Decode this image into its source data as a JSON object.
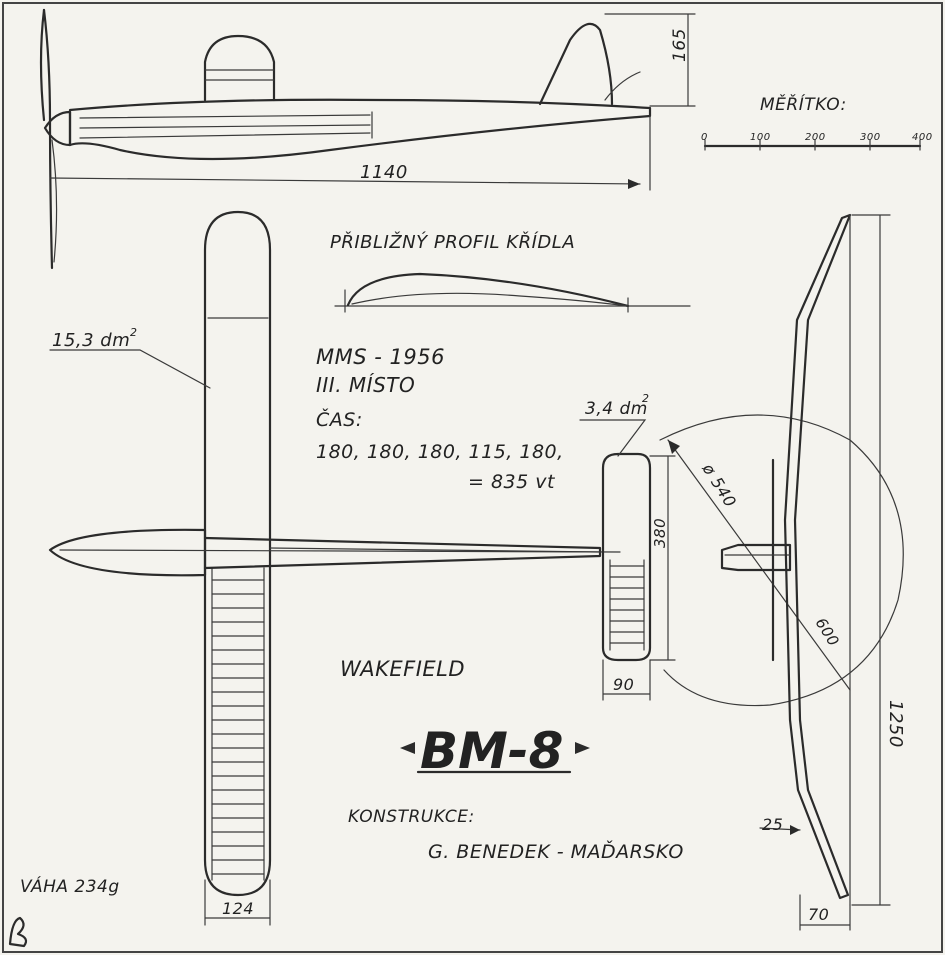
{
  "scale": {
    "label": "MĚŘÍTKO:",
    "ticks": [
      "0",
      "100",
      "200",
      "300",
      "400"
    ]
  },
  "side_view": {
    "length": "1140",
    "fin_height": "165"
  },
  "profile": {
    "label": "PŘIBLIŽNÝ PROFIL KŘÍDLA"
  },
  "wing": {
    "area": "15,3 dm",
    "area_sup": "2",
    "chord": "124"
  },
  "stabilizer": {
    "area": "3,4 dm",
    "area_sup": "2",
    "span": "380",
    "chord": "90"
  },
  "contest": {
    "event": "MMS - 1956",
    "place": "III. MÍSTO",
    "time_label": "ČAS:",
    "times": "180, 180, 180, 115, 180,",
    "total": "= 835 vt"
  },
  "front_view": {
    "prop_diameter": "ø 540",
    "prop_small": "600",
    "span": "1250",
    "tip_chord": "25",
    "root_width": "70"
  },
  "model": {
    "class": "WAKEFIELD",
    "name": "BM-8",
    "constructor_label": "KONSTRUKCE:",
    "constructor": "G. BENEDEK - MAĎARSKO",
    "weight": "VÁHA  234g"
  }
}
